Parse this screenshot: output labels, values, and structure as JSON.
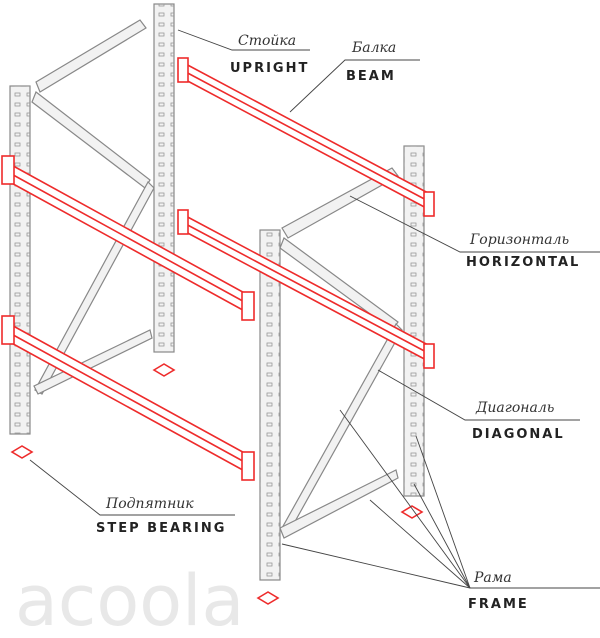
{
  "labels": {
    "upright": {
      "ru": "Стойка",
      "en": "Upright"
    },
    "beam": {
      "ru": "Балка",
      "en": "Beam"
    },
    "horizontal": {
      "ru": "Горизонталь",
      "en": "Horizontal"
    },
    "diagonal": {
      "ru": "Диагональ",
      "en": "Diagonal"
    },
    "step_bearing": {
      "ru": "Подпятник",
      "en": "Step bearing"
    },
    "frame": {
      "ru": "Рама",
      "en": "Frame"
    }
  },
  "watermark": "acoola",
  "colors": {
    "beam": "#ee2b2b",
    "frame": "#9a9a9a",
    "frame_fill": "#f0f0f0",
    "leader": "#444444"
  }
}
